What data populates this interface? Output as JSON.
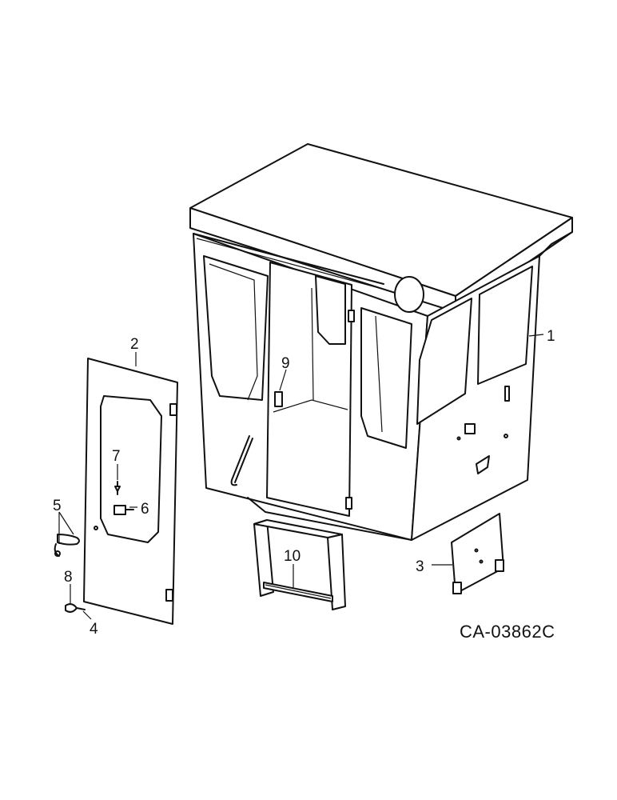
{
  "figure_code": "CA-03862C",
  "callouts": {
    "c1": "1",
    "c2": "2",
    "c3": "3",
    "c4": "4",
    "c5": "5",
    "c6": "6",
    "c7": "7",
    "c8": "8",
    "c9": "9",
    "c10": "10"
  },
  "colors": {
    "ink": "#111111",
    "paper": "#ffffff"
  }
}
